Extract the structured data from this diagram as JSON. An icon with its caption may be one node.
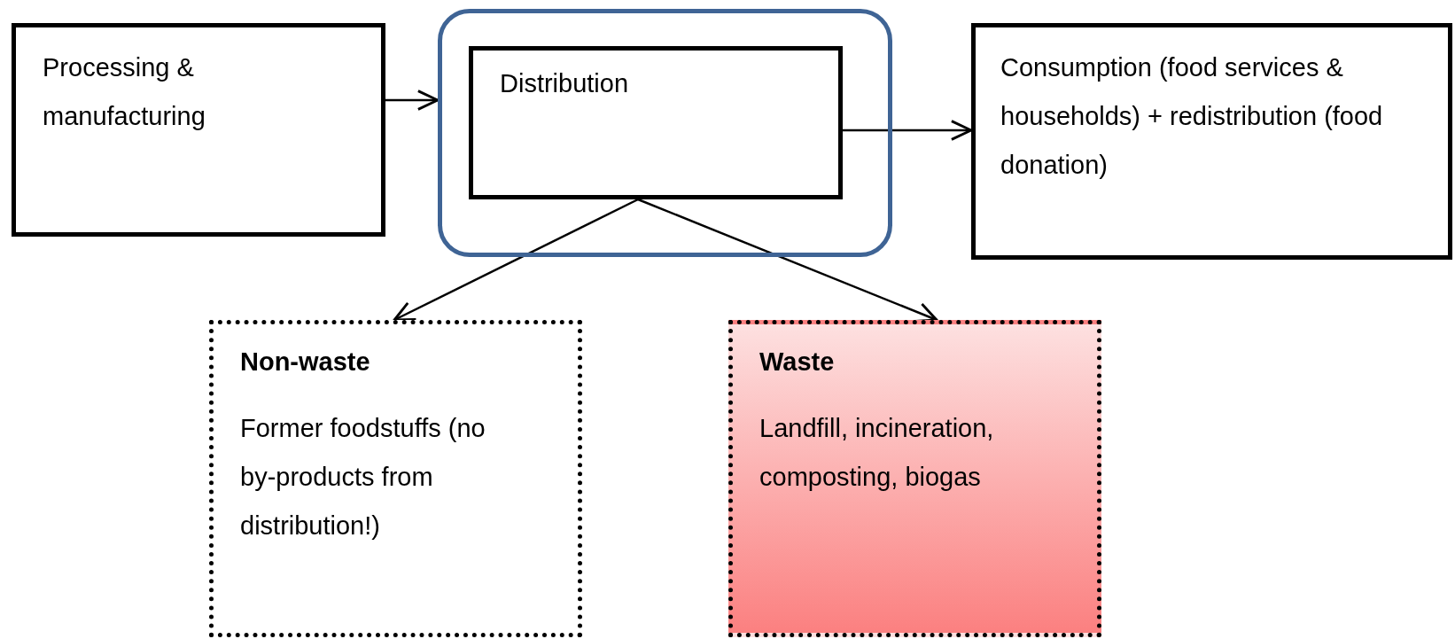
{
  "diagram": {
    "nodes": [
      {
        "text": [
          "Processing & manufacturing"
        ]
      },
      {
        "text": [],
        "shape": "box"
      },
      {
        "text": [
          "Distribution"
        ],
        "in": 1
      },
      {
        "text": [
          "Consumption (food services & households) + redistribution (food donation)"
        ]
      },
      {
        "text": [
          "Non-waste",
          "Former foodstuffs (no by-products from distribution!)"
        ]
      },
      {
        "text": [
          "Waste",
          "Landfill, incineration, composting, biogas"
        ]
      }
    ],
    "edges": [
      {
        "from": 0,
        "to": 1,
        "arrow": "to"
      },
      {
        "from": 2,
        "to": 3,
        "arrow": "to"
      },
      {
        "from": 2,
        "to": 4,
        "arrow": "to"
      },
      {
        "from": 2,
        "to": 5,
        "arrow": "to"
      }
    ]
  }
}
